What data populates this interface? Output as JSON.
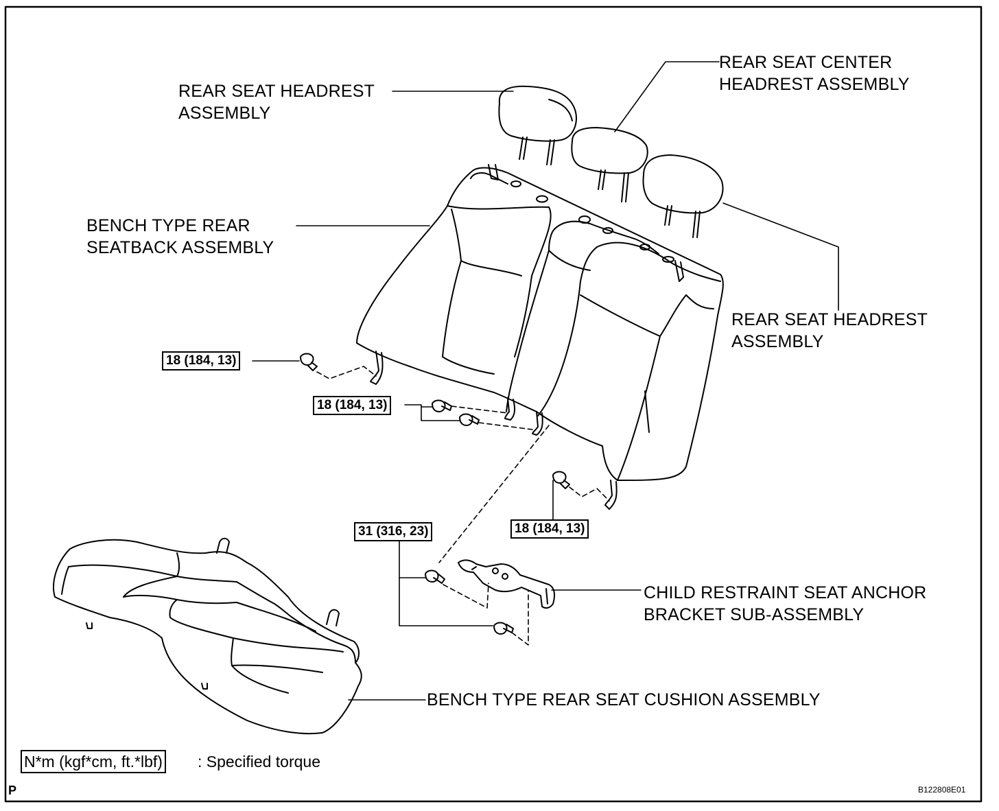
{
  "labels": {
    "headrest_left_1": "REAR SEAT HEADREST",
    "headrest_left_2": "ASSEMBLY",
    "center_headrest_1": "REAR SEAT CENTER",
    "center_headrest_2": "HEADREST ASSEMBLY",
    "seatback_1": "BENCH TYPE REAR",
    "seatback_2": "SEATBACK ASSEMBLY",
    "headrest_right_1": "REAR SEAT HEADREST",
    "headrest_right_2": "ASSEMBLY",
    "anchor_1": "CHILD RESTRAINT SEAT ANCHOR",
    "anchor_2": "BRACKET SUB-ASSEMBLY",
    "cushion": "BENCH TYPE REAR SEAT CUSHION ASSEMBLY"
  },
  "torques": {
    "t1": "18 (184, 13)",
    "t2": "18 (184, 13)",
    "t3": "18 (184, 13)",
    "t4": "31 (316, 23)"
  },
  "legend": {
    "unit_box": "N*m (kgf*cm, ft.*lbf)",
    "description": ": Specified torque"
  },
  "footer": {
    "figure_code": "B122808E01",
    "page_mark": "P"
  }
}
